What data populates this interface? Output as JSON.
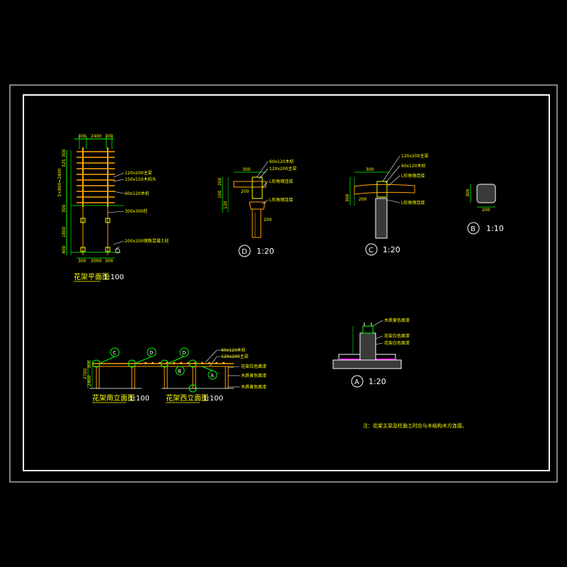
{
  "plan": {
    "title": "花架平面图",
    "scale": "1:100",
    "top_dims": [
      "300",
      "2400",
      "300"
    ],
    "left_dims": [
      "300",
      "325",
      "3×800=2400",
      "300",
      "1800",
      "400"
    ],
    "bottom_dims": [
      "300",
      "2000",
      "300"
    ],
    "callouts": [
      "120x200主梁",
      "150x150木枋头",
      "60x120木枋",
      "300x300柱",
      "200x200钢筋混凝土柱"
    ]
  },
  "detail_d": {
    "letter": "D",
    "scale": "1:20",
    "callouts": [
      "60x120木枋",
      "120x200主梁",
      "L形角钢连接",
      "L形角钢连接"
    ],
    "dims": [
      "300",
      "200",
      "100",
      "120",
      "200",
      "200"
    ]
  },
  "detail_c": {
    "letter": "C",
    "scale": "1:20",
    "callouts": [
      "120x200主梁",
      "60x120木枋",
      "L形角钢连接",
      "L形角钢连接"
    ],
    "dims": [
      "300",
      "300",
      "200"
    ]
  },
  "detail_b": {
    "letter": "B",
    "scale": "1:10",
    "dims": [
      "300",
      "200"
    ]
  },
  "elevations": {
    "south_title": "花架南立面图",
    "south_scale": "1:100",
    "west_title": "花架西立面图",
    "west_scale": "1:100",
    "callouts": [
      "60x120木枋",
      "120x200主梁",
      "花架白色面漆",
      "木质黄色面漆",
      "木质黄色面漆"
    ],
    "dims": [
      "2700",
      "2400",
      "300"
    ],
    "bubbles": [
      "C",
      "D",
      "D",
      "B",
      "A"
    ]
  },
  "detail_a": {
    "letter": "A",
    "scale": "1:20",
    "callouts": [
      "木质黄色面漆",
      "花架白色面漆",
      "花架白色面漆"
    ]
  },
  "note": "注：花架主梁及柱施工时应与木结构木方连接。",
  "colors": {
    "background": "#000000",
    "frame": "#ffffff",
    "dimension": "#00ff00",
    "text": "#ffff00",
    "timber": "#ffa500",
    "accent": "#ff00ff"
  }
}
